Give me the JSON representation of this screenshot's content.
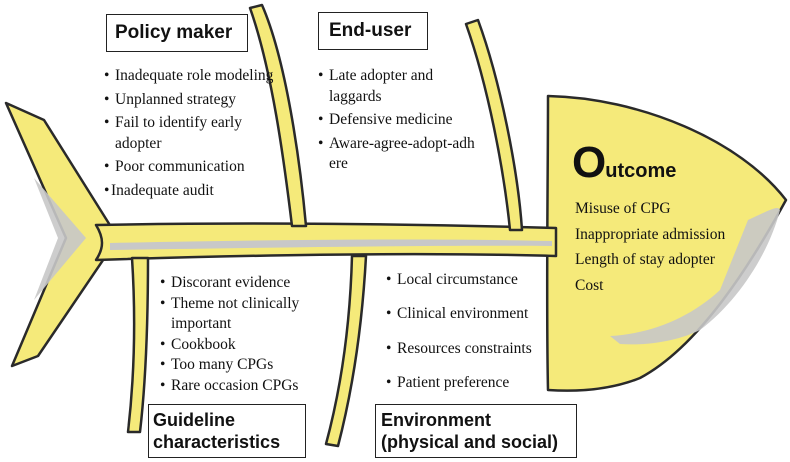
{
  "colors": {
    "fill": "#f5ea7a",
    "outline": "#2a2a2a",
    "spine": "#c8c8c8"
  },
  "categories": {
    "policy_maker": {
      "label": "Policy maker",
      "items": [
        "Inadequate role modeling",
        "Unplanned strategy",
        "Fail to identify early adopter",
        "Poor communication",
        "Inadequate audit"
      ]
    },
    "end_user": {
      "label": "End-user",
      "items": [
        "Late adopter and laggards",
        "Defensive medicine",
        "Aware-agree-adopt-adhere"
      ]
    },
    "guideline": {
      "label_line1": "Guideline",
      "label_line2": "characteristics",
      "items": [
        "Discorant evidence",
        "Theme not clinically important",
        "Cookbook",
        "Too many CPGs",
        "Rare occasion CPGs"
      ]
    },
    "environment": {
      "label_line1": "Environment",
      "label_line2": "(physical and social)",
      "items": [
        "Local circumstance",
        "Clinical environment",
        "Resources constraints",
        "Patient preference"
      ]
    }
  },
  "outcome": {
    "title_first": "O",
    "title_rest": "utcome",
    "items": [
      "Misuse of CPG",
      "Inappropriate admission",
      "Length of stay adopter",
      "Cost"
    ]
  }
}
